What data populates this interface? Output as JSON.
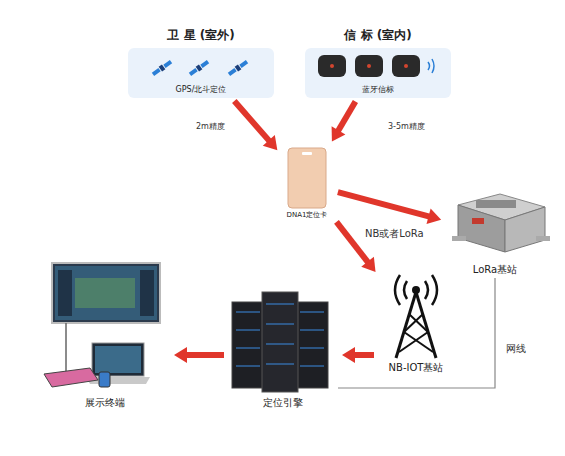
{
  "diagram": {
    "nodes": [
      {
        "text": [
          "卫 星 (室外)",
          "GPS/北斗定位"
        ]
      },
      {
        "text": [
          "信 标 (室内)",
          "蓝牙信标"
        ]
      },
      {
        "text": [
          "DNA1定位卡"
        ]
      },
      {
        "text": [
          "LoRa基站"
        ]
      },
      {
        "text": [
          "NB-IOT基站"
        ]
      },
      {
        "text": [
          "定位引擎"
        ]
      },
      {
        "text": [
          "展示终端"
        ]
      }
    ],
    "edges": [
      {
        "from": 0,
        "to": 2,
        "label": "2m精度",
        "arrow": "to"
      },
      {
        "from": 1,
        "to": 2,
        "label": "3-5m精度",
        "arrow": "to"
      },
      {
        "from": 2,
        "to": 3,
        "arrow": "to"
      },
      {
        "from": 2,
        "to": 4,
        "label": "NB或者LoRa",
        "arrow": "to"
      },
      {
        "from": 4,
        "to": 5,
        "arrow": "to"
      },
      {
        "from": 3,
        "to": 5,
        "label": "网线",
        "arrow": "none"
      },
      {
        "from": 5,
        "to": 6,
        "arrow": "to"
      }
    ]
  }
}
